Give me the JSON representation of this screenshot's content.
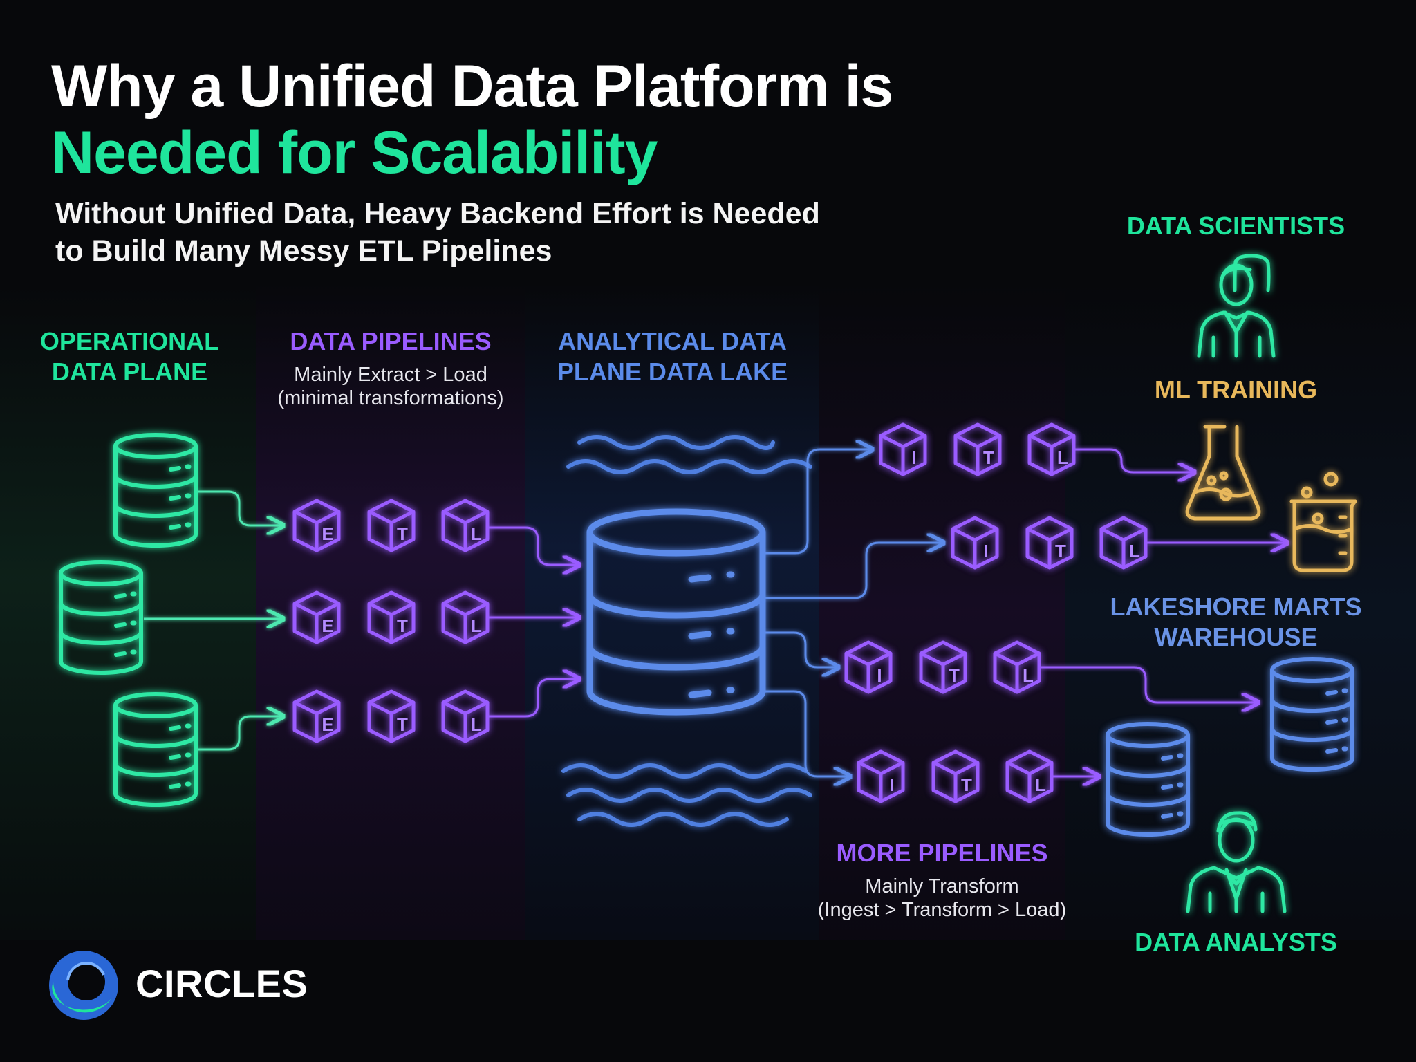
{
  "title": {
    "line1": "Why a Unified Data Platform is",
    "line2": "Needed for Scalability"
  },
  "subtitle": {
    "line1": "Without Unified Data, Heavy Backend Effort is Needed",
    "line2": "to Build Many Messy ETL Pipelines"
  },
  "sections": {
    "operational": {
      "line1": "OPERATIONAL",
      "line2": "DATA PLANE"
    },
    "pipelines": {
      "line1": "DATA PIPELINES",
      "note1": "Mainly Extract > Load",
      "note2": "(minimal transformations)"
    },
    "lake": {
      "line1": "ANALYTICAL DATA",
      "line2": "PLANE DATA LAKE"
    },
    "more_pipelines": {
      "line1": "MORE PIPELINES",
      "note1": "Mainly Transform",
      "note2": "(Ingest > Transform > Load)"
    }
  },
  "consumers": {
    "data_scientists": "DATA SCIENTISTS",
    "ml_training": "ML TRAINING",
    "marts_line1": "LAKESHORE MARTS",
    "marts_line2": "WAREHOUSE",
    "data_analysts": "DATA ANALYSTS"
  },
  "cube_letters": {
    "left": [
      "E",
      "T",
      "L"
    ],
    "right": [
      "I",
      "T",
      "L"
    ]
  },
  "brand": {
    "name": "CIRCLES"
  },
  "colors": {
    "green": "#1fe59c",
    "purple": "#9a5cff",
    "blue": "#5b8bea",
    "yellow": "#e8b85b",
    "background": "#07080b"
  }
}
